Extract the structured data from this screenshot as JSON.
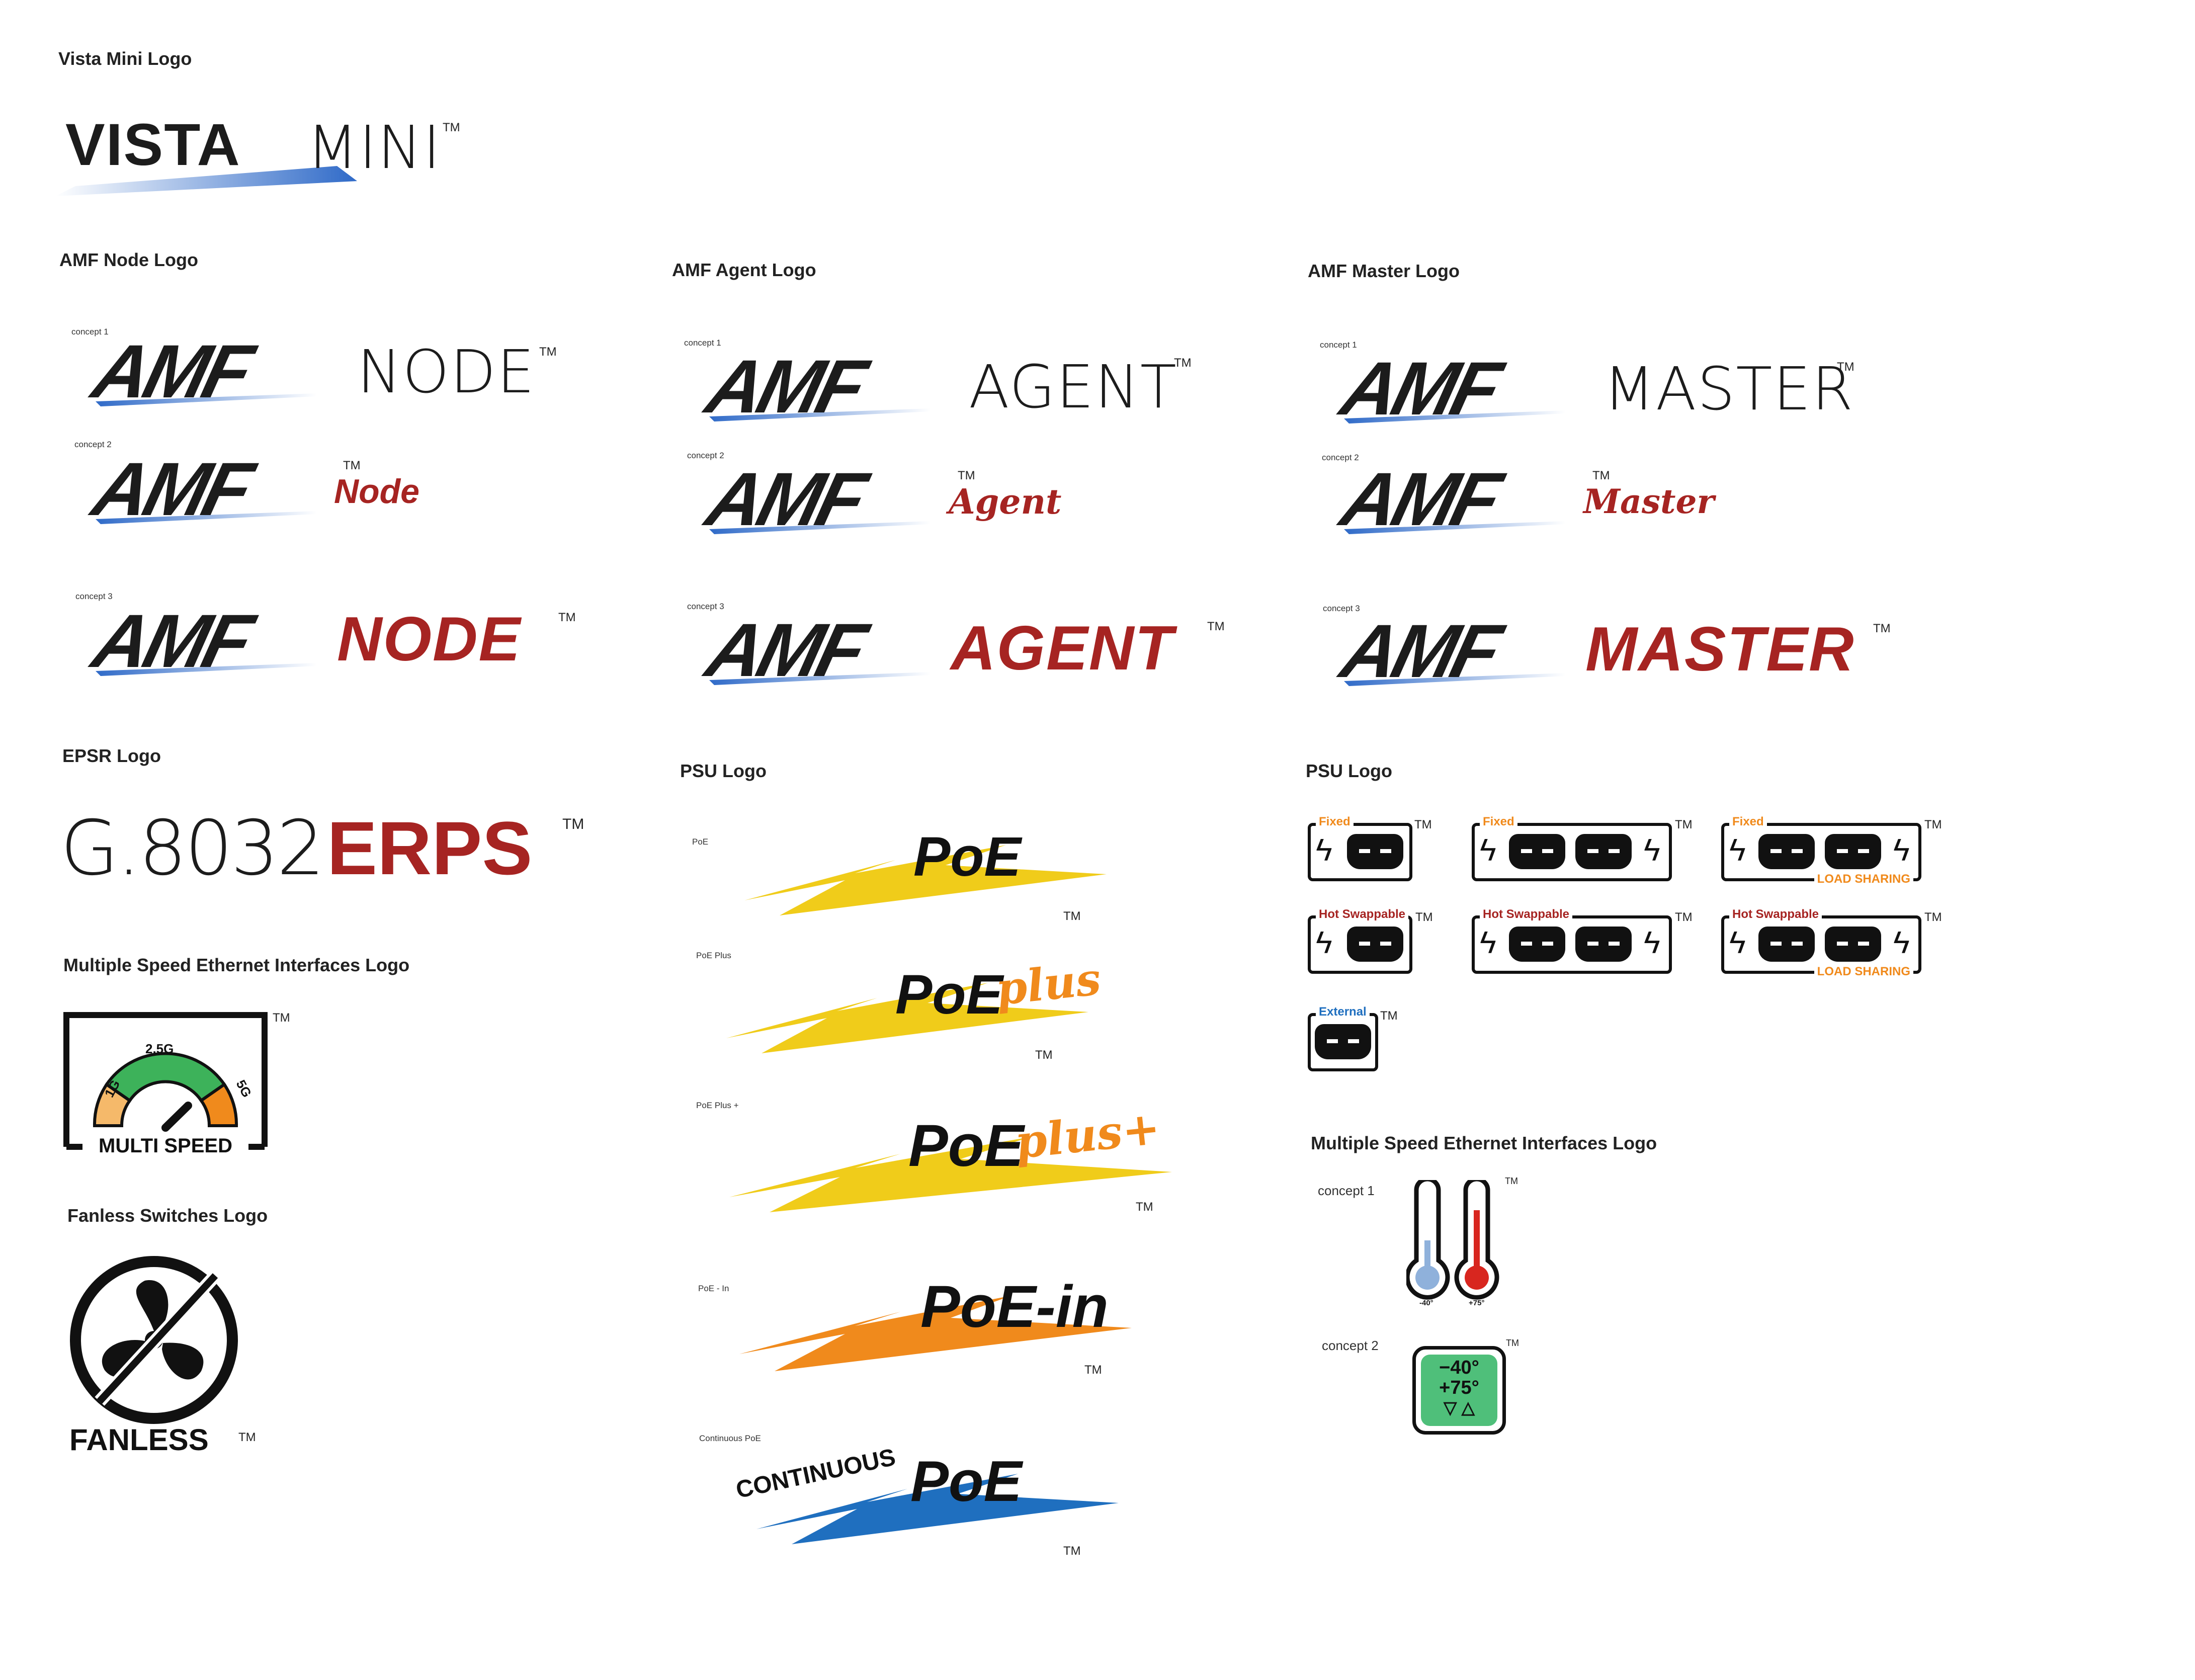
{
  "sections": {
    "vista_mini": "Vista Mini Logo",
    "amf_node": "AMF Node Logo",
    "amf_agent": "AMF Agent Logo",
    "amf_master": "AMF Master Logo",
    "epsr": "EPSR Logo",
    "psu_left": "PSU Logo",
    "psu_right": "PSU Logo",
    "multi_speed": "Multiple Speed Ethernet Interfaces Logo",
    "fanless": "Fanless Switches Logo",
    "multi_speed_temp": "Multiple Speed Ethernet Interfaces Logo"
  },
  "vista": {
    "word1": "VISTA",
    "word2": "MINI",
    "tm": "TM"
  },
  "amf": {
    "brand": "AMF",
    "tm": "TM",
    "node": {
      "c1_caption": "concept 1",
      "c1": "NODE",
      "c2_caption": "concept 2",
      "c2": "Node",
      "c3_caption": "concept 3",
      "c3": "NODE"
    },
    "agent": {
      "c1_caption": "concept 1",
      "c1": "AGENT",
      "c2_caption": "concept 2",
      "c2": "Agent",
      "c3_caption": "concept 3",
      "c3": "AGENT"
    },
    "master": {
      "c1_caption": "concept 1",
      "c1": "MASTER",
      "c2_caption": "concept 2",
      "c2": "Master",
      "c3_caption": "concept 3",
      "c3": "MASTER"
    }
  },
  "epsr": {
    "part1": "G.8032",
    "part2": "ERPS",
    "tm": "TM"
  },
  "multispeed": {
    "s1": "1G",
    "s2": "2.5G",
    "s3": "5G",
    "label": "MULTI SPEED",
    "tm": "TM"
  },
  "fanless": {
    "label": "FANLESS",
    "tm": "TM"
  },
  "poe": {
    "word": "PoE",
    "tm": "TM",
    "c1_caption": "PoE",
    "c2_caption": "PoE Plus",
    "c2_suffix": "plus",
    "c3_caption": "PoE Plus +",
    "c3_suffix": "plus+",
    "c4_caption": "PoE - In",
    "c4_word": "PoE-in",
    "c5_caption": "Continuous PoE",
    "c5_prefix": "CONTINUOUS"
  },
  "psu": {
    "fixed": "Fixed",
    "hot": "Hot Swappable",
    "external": "External",
    "load_sharing": "LOAD SHARING",
    "tm": "TM"
  },
  "temp": {
    "c1_caption": "concept 1",
    "cold": "-40°",
    "hot": "+75°",
    "c2_caption": "concept 2",
    "c2_line1": "−40°",
    "c2_line2": "+75°",
    "c2_line3": "▽ △",
    "tm": "TM"
  },
  "colors": {
    "red": "#a62422",
    "orange": "#f08a1c",
    "yellow": "#f0cc1a",
    "blue": "#1f6fbf",
    "green": "#3db25a",
    "gradient_blue": "#2f6ac8"
  }
}
